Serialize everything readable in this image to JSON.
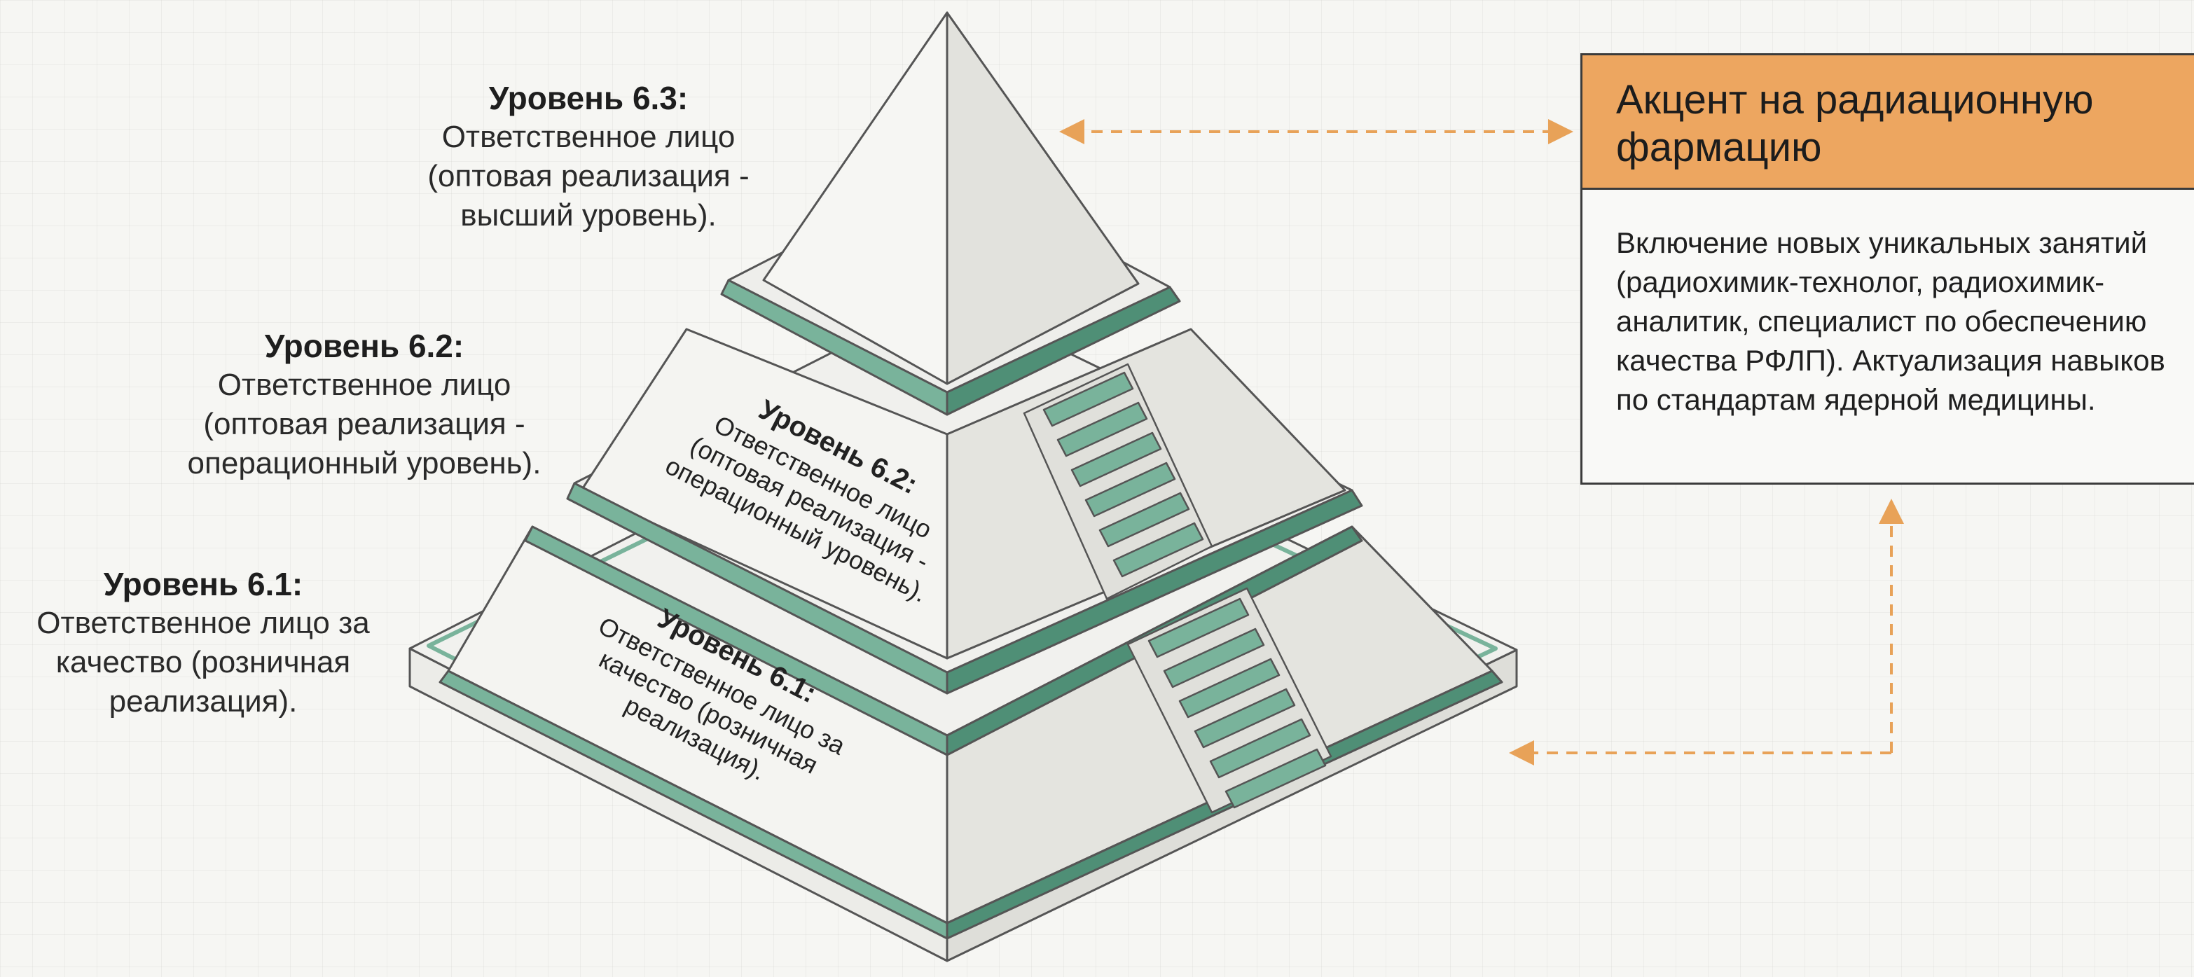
{
  "levels": {
    "l63": {
      "title": "Уровень 6.3:",
      "text": "Ответственное лицо (оптовая реализация - высший уровень)."
    },
    "l62": {
      "title": "Уровень 6.2:",
      "text": "Ответственное лицо (оптовая реализация - операционный уровень)."
    },
    "l61": {
      "title": "Уровень 6.1:",
      "text": "Ответственное лицо за качество (розничная реализация)."
    }
  },
  "callout": {
    "title": "Акцент на радиационную фармацию",
    "body": "Включение новых уникальных занятий (радиохимик-технолог, радиохимик-аналитик, специалист по обеспечению качества РФЛП). Актуализация навыков по стандартам ядерной медицины."
  },
  "colors": {
    "band": "#79b39b",
    "band_dark": "#4f8f76",
    "face_light": "#f4f4f1",
    "face_shade": "#e4e4df",
    "accent": "#eda660",
    "arrow": "#e8a258"
  }
}
